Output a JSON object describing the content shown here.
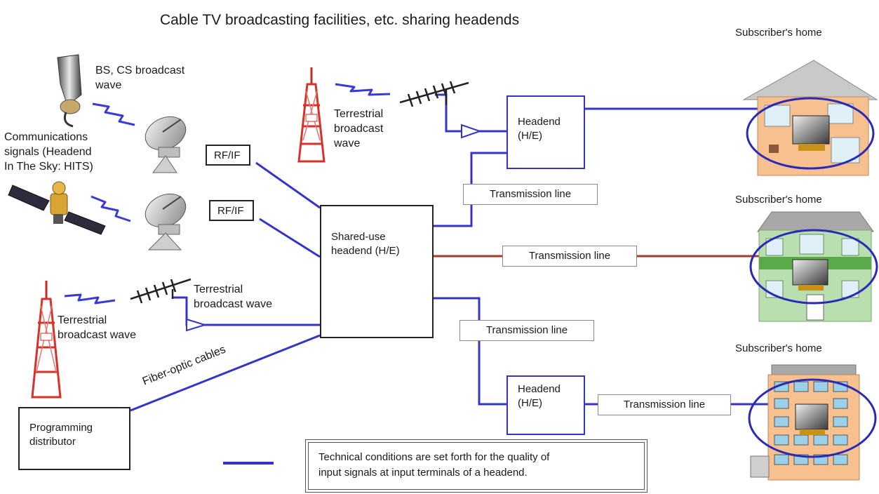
{
  "title": "Cable TV broadcasting facilities, etc. sharing headends",
  "labels": {
    "bs_cs": "BS, CS broadcast\nwave",
    "hits": "Communications\nsignals (Headend\nIn The Sky: HITS)",
    "terrestrial_top": "Terrestrial\nbroadcast\nwave",
    "terrestrial_left_antenna": "Terrestrial\nbroadcast wave",
    "terrestrial_left_tower": "Terrestrial\nbroadcast wave",
    "fiber": "Fiber-optic cables",
    "subscriber_top": "Subscriber's home",
    "subscriber_mid": "Subscriber's home",
    "subscriber_bottom": "Subscriber's home"
  },
  "boxes": {
    "rfif_top": "RF/IF",
    "rfif_bottom": "RF/IF",
    "headend_top": "Headend\n(H/E)",
    "shared_headend": "Shared-use\nheadend (H/E)",
    "headend_bottom": "Headend\n(H/E)",
    "programming_distributor": "Programming\ndistributor"
  },
  "transmission_lines": {
    "upper": "Transmission line",
    "middle": "Transmission line",
    "lower": "Transmission line",
    "right_bottom": "Transmission line"
  },
  "legend": {
    "note": "Technical conditions are set forth for the quality of\ninput signals at input terminals of a headend."
  },
  "colors": {
    "blue_line": "#3434c8",
    "red_line": "#a53a2a",
    "tower_red": "#d7322a",
    "house_orange": "#f6c08f",
    "house_green": "#b9dfb0",
    "ellipse": "#2a2ab8"
  }
}
